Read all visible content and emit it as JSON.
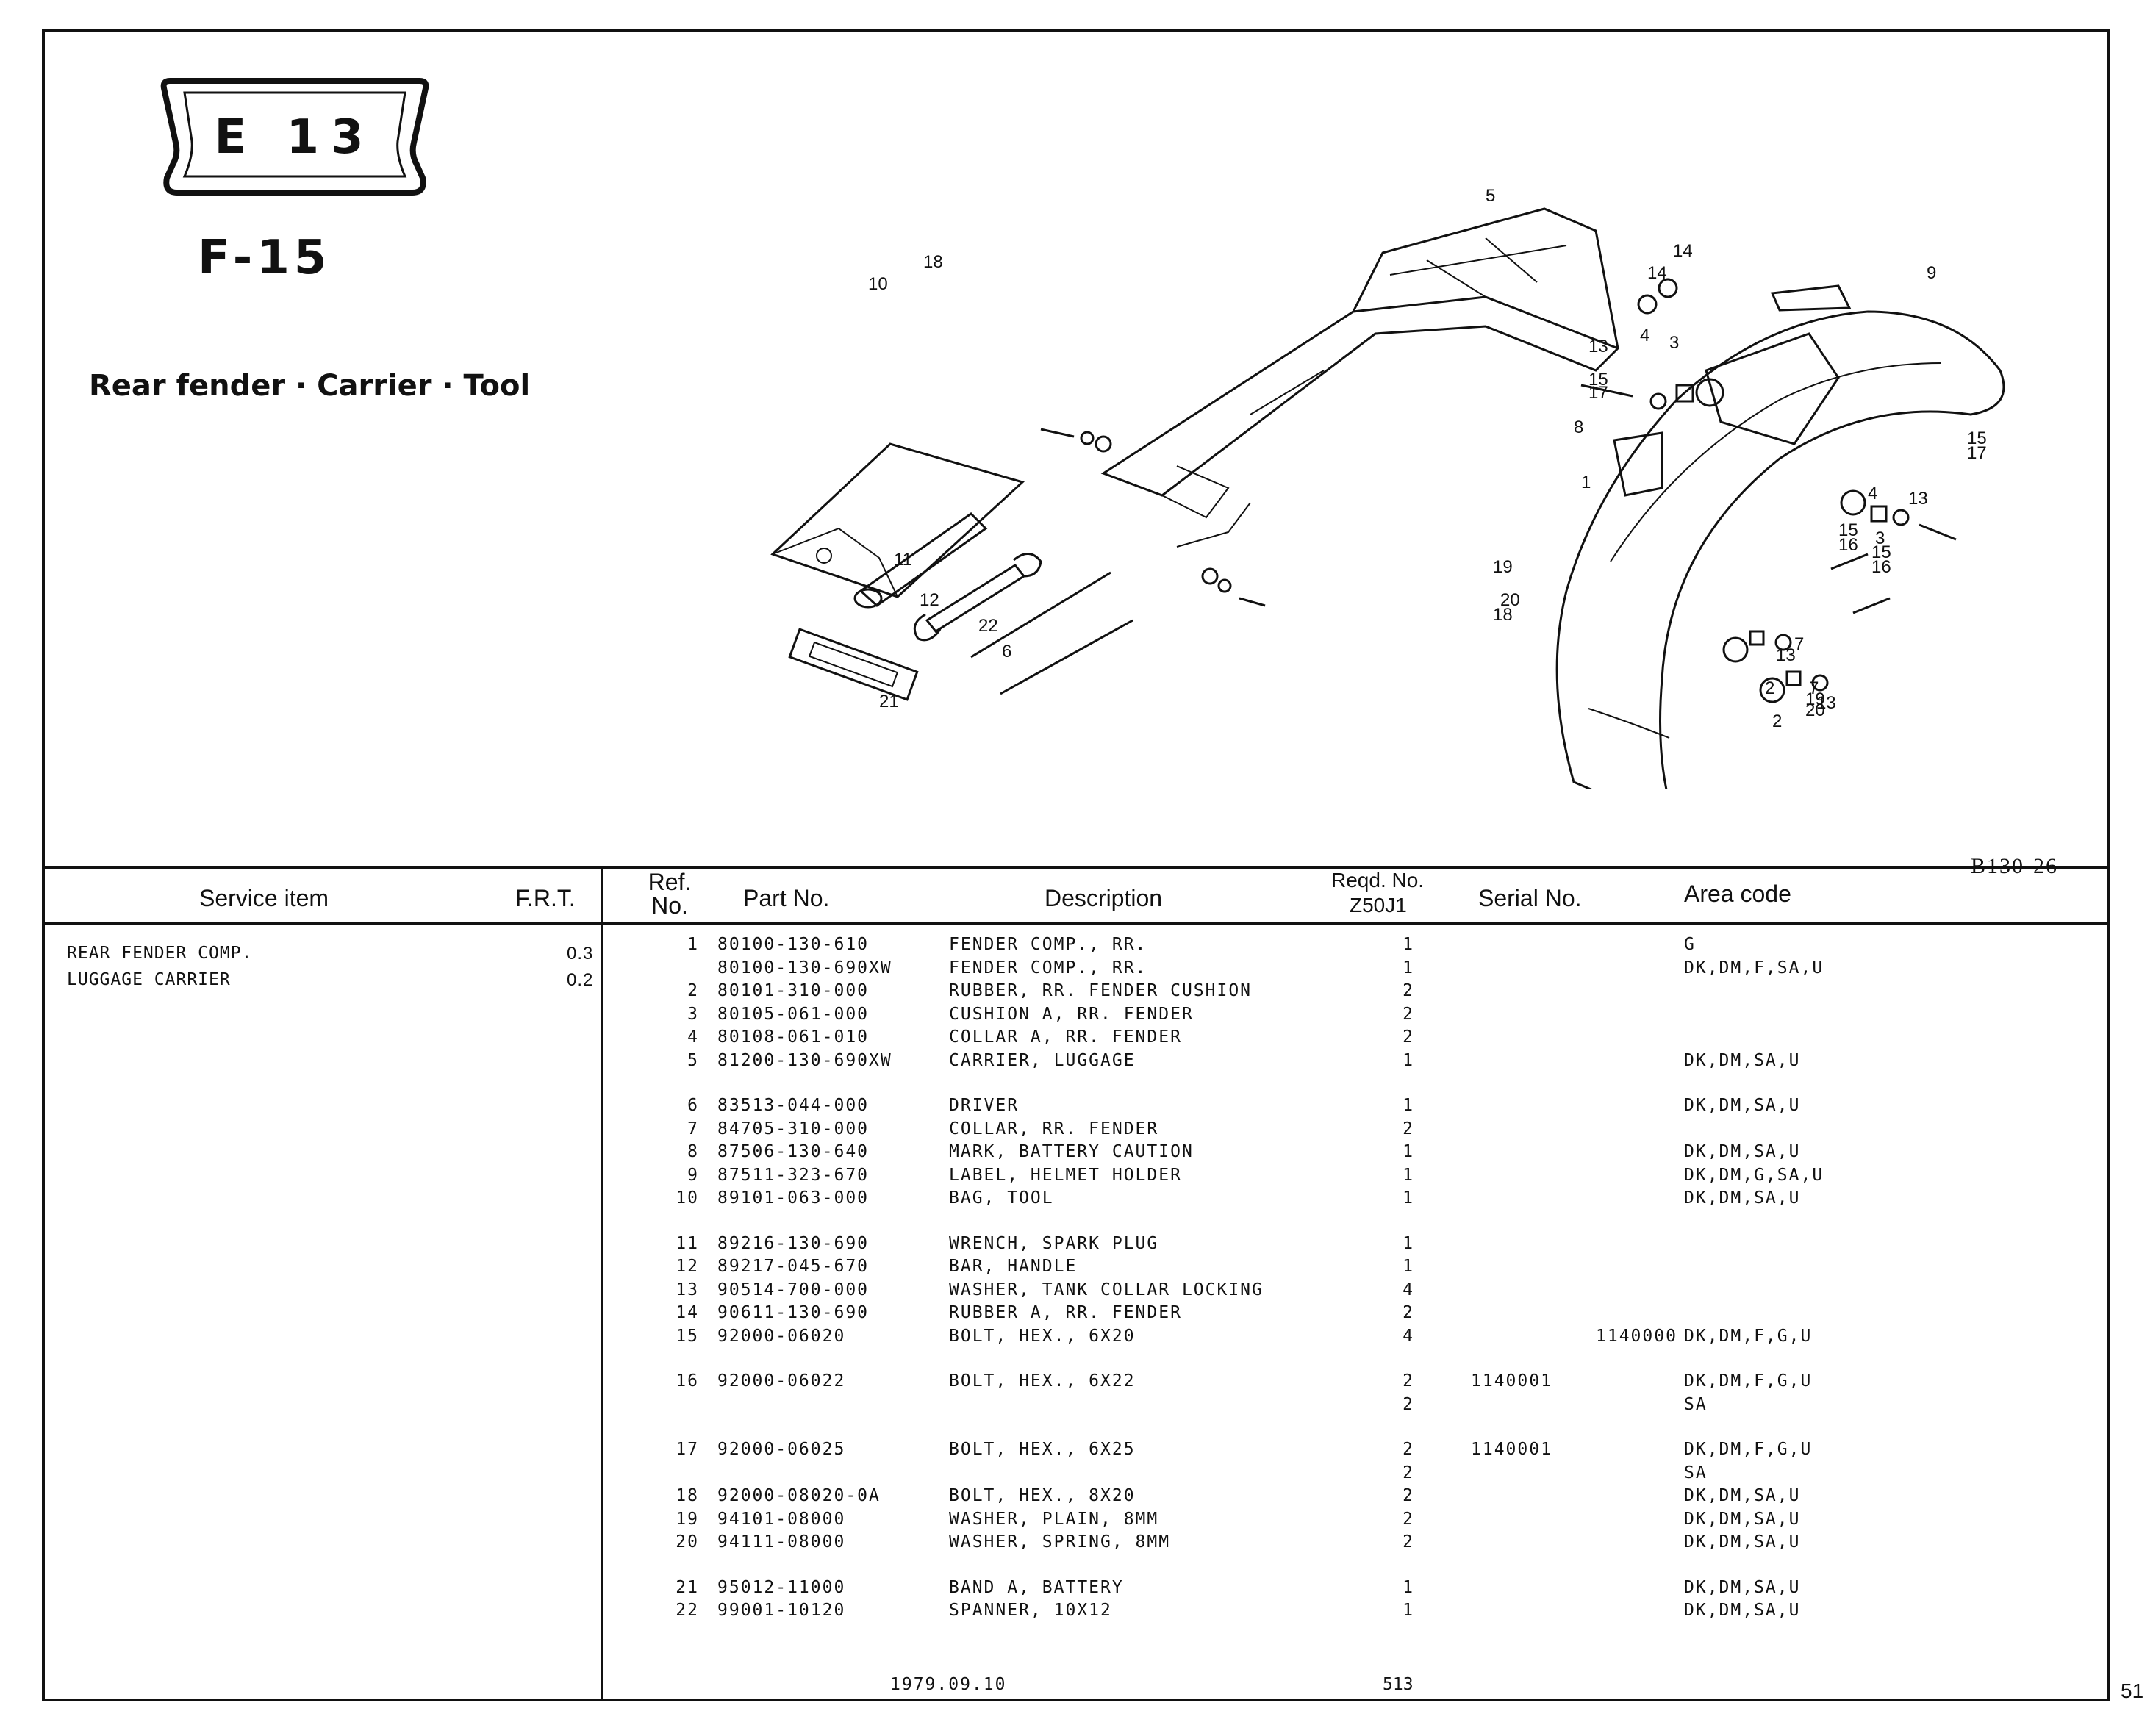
{
  "header": {
    "badge": "E 13",
    "figure_number": "F-15",
    "title": "Rear fender · Carrier · Tool",
    "figure_code": "B130-26"
  },
  "callouts": [
    "1",
    "2",
    "2",
    "3",
    "3",
    "4",
    "4",
    "5",
    "6",
    "7",
    "7",
    "8",
    "9",
    "10",
    "11",
    "12",
    "13",
    "13",
    "13",
    "13",
    "14",
    "14",
    "15",
    "15",
    "15",
    "15",
    "16",
    "16",
    "17",
    "17",
    "18",
    "18",
    "19",
    "19",
    "20",
    "20",
    "21",
    "22"
  ],
  "table": {
    "headers": {
      "service_item": "Service item",
      "frt": "F.R.T.",
      "ref_no": "Ref. No.",
      "part_no": "Part No.",
      "description": "Description",
      "reqd_no": "Reqd. No.",
      "model": "Z50J1",
      "serial_no": "Serial No.",
      "area_code": "Area code"
    },
    "service_items": [
      {
        "name": "REAR FENDER COMP.",
        "frt": "0.3"
      },
      {
        "name": "LUGGAGE CARRIER",
        "frt": "0.2"
      }
    ],
    "parts": [
      {
        "ref": "1",
        "part_no": "80100-130-610",
        "description": "FENDER COMP., RR.",
        "qty": "1",
        "serial": "",
        "area": "G"
      },
      {
        "ref": "",
        "part_no": "80100-130-690XW",
        "description": "FENDER COMP., RR.",
        "qty": "1",
        "serial": "",
        "area": "DK,DM,F,SA,U"
      },
      {
        "ref": "2",
        "part_no": "80101-310-000",
        "description": "RUBBER, RR. FENDER CUSHION",
        "qty": "2",
        "serial": "",
        "area": ""
      },
      {
        "ref": "3",
        "part_no": "80105-061-000",
        "description": "CUSHION A, RR. FENDER",
        "qty": "2",
        "serial": "",
        "area": ""
      },
      {
        "ref": "4",
        "part_no": "80108-061-010",
        "description": "COLLAR A, RR. FENDER",
        "qty": "2",
        "serial": "",
        "area": ""
      },
      {
        "ref": "5",
        "part_no": "81200-130-690XW",
        "description": "CARRIER, LUGGAGE",
        "qty": "1",
        "serial": "",
        "area": "DK,DM,SA,U"
      },
      {
        "ref": "6",
        "part_no": "83513-044-000",
        "description": "DRIVER",
        "qty": "1",
        "serial": "",
        "area": "DK,DM,SA,U",
        "gap": true
      },
      {
        "ref": "7",
        "part_no": "84705-310-000",
        "description": "COLLAR, RR. FENDER",
        "qty": "2",
        "serial": "",
        "area": ""
      },
      {
        "ref": "8",
        "part_no": "87506-130-640",
        "description": "MARK, BATTERY CAUTION",
        "qty": "1",
        "serial": "",
        "area": "DK,DM,SA,U"
      },
      {
        "ref": "9",
        "part_no": "87511-323-670",
        "description": "LABEL, HELMET HOLDER",
        "qty": "1",
        "serial": "",
        "area": "DK,DM,G,SA,U"
      },
      {
        "ref": "10",
        "part_no": "89101-063-000",
        "description": "BAG, TOOL",
        "qty": "1",
        "serial": "",
        "area": "DK,DM,SA,U"
      },
      {
        "ref": "11",
        "part_no": "89216-130-690",
        "description": "WRENCH, SPARK PLUG",
        "qty": "1",
        "serial": "",
        "area": "",
        "gap": true
      },
      {
        "ref": "12",
        "part_no": "89217-045-670",
        "description": "BAR, HANDLE",
        "qty": "1",
        "serial": "",
        "area": ""
      },
      {
        "ref": "13",
        "part_no": "90514-700-000",
        "description": "WASHER, TANK COLLAR LOCKING",
        "qty": "4",
        "serial": "",
        "area": ""
      },
      {
        "ref": "14",
        "part_no": "90611-130-690",
        "description": "RUBBER A, RR. FENDER",
        "qty": "2",
        "serial": "",
        "area": ""
      },
      {
        "ref": "15",
        "part_no": "92000-06020",
        "description": "BOLT, HEX., 6X20",
        "qty": "4",
        "serial2": "1140000",
        "area": "DK,DM,F,G,U"
      },
      {
        "ref": "16",
        "part_no": "92000-06022",
        "description": "BOLT, HEX., 6X22",
        "qty": "2",
        "serial": "1140001",
        "area": "DK,DM,F,G,U",
        "gap": true
      },
      {
        "ref": "",
        "part_no": "",
        "description": "",
        "qty": "2",
        "serial": "",
        "area": "SA"
      },
      {
        "ref": "17",
        "part_no": "92000-06025",
        "description": "BOLT, HEX., 6X25",
        "qty": "2",
        "serial": "1140001",
        "area": "DK,DM,F,G,U",
        "gap": true
      },
      {
        "ref": "",
        "part_no": "",
        "description": "",
        "qty": "2",
        "serial": "",
        "area": "SA"
      },
      {
        "ref": "18",
        "part_no": "92000-08020-0A",
        "description": "BOLT, HEX., 8X20",
        "qty": "2",
        "serial": "",
        "area": "DK,DM,SA,U"
      },
      {
        "ref": "19",
        "part_no": "94101-08000",
        "description": "WASHER, PLAIN, 8MM",
        "qty": "2",
        "serial": "",
        "area": "DK,DM,SA,U"
      },
      {
        "ref": "20",
        "part_no": "94111-08000",
        "description": "WASHER, SPRING, 8MM",
        "qty": "2",
        "serial": "",
        "area": "DK,DM,SA,U"
      },
      {
        "ref": "21",
        "part_no": "95012-11000",
        "description": "BAND A, BATTERY",
        "qty": "1",
        "serial": "",
        "area": "DK,DM,SA,U",
        "gap": true
      },
      {
        "ref": "22",
        "part_no": "99001-10120",
        "description": "SPANNER, 10X12",
        "qty": "1",
        "serial": "",
        "area": "DK,DM,SA,U"
      }
    ]
  },
  "footer": {
    "date": "1979.09.10",
    "code": "513",
    "page": "51"
  }
}
